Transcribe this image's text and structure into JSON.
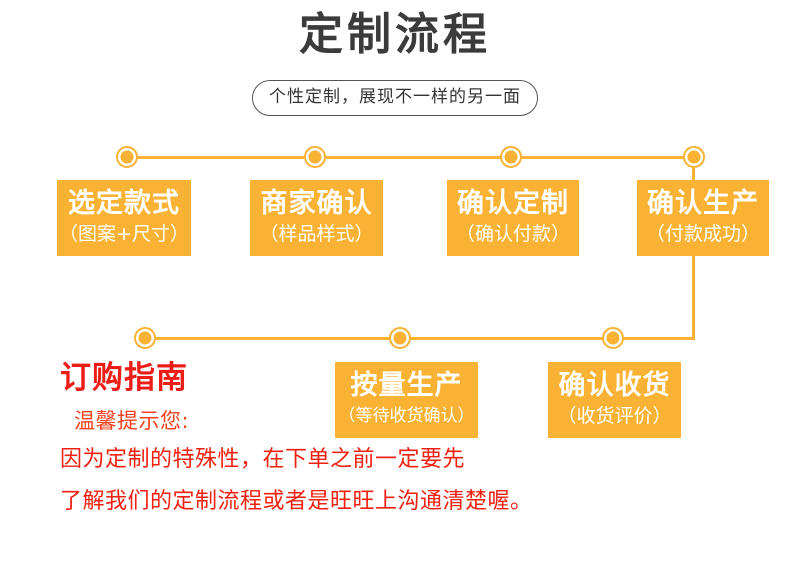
{
  "page": {
    "title": "定制流程",
    "subtitle": "个性定制，展现不一样的另一面",
    "background_color": "#FFFFFF",
    "accent_color": "#F9B233",
    "title_color": "#3B3B3B",
    "alert_color": "#ED1C16"
  },
  "flow": {
    "row1": [
      {
        "title": "选定款式",
        "sub": "（图案+尺寸）"
      },
      {
        "title": "商家确认",
        "sub": "（样品样式）"
      },
      {
        "title": "确认定制",
        "sub": "（确认付款）"
      },
      {
        "title": "确认生产",
        "sub": "（付款成功）"
      }
    ],
    "row2": [
      {
        "title": "按量生产",
        "sub": "（等待收货确认）"
      },
      {
        "title": "确认收货",
        "sub": "（收货评价）"
      }
    ]
  },
  "guide": {
    "heading": "订购指南",
    "note": "温馨提示您:",
    "line1": "因为定制的特殊性，在下单之前一定要先",
    "line2": "了解我们的定制流程或者是旺旺上沟通清楚喔。"
  }
}
